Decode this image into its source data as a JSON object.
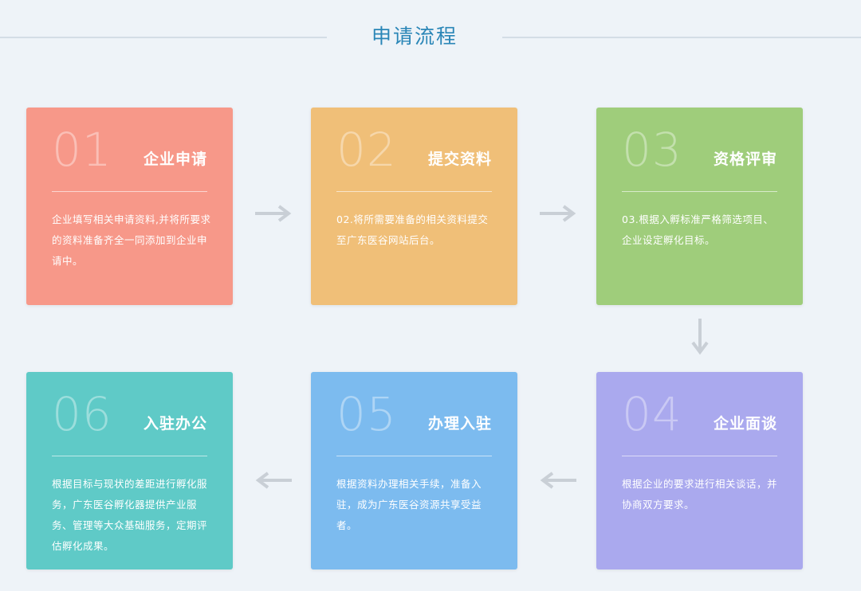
{
  "header": {
    "title": "申请流程"
  },
  "steps": [
    {
      "number": "01",
      "title": "企业申请",
      "description": "企业填写相关申请资料,并将所要求的资料准备齐全一同添加到企业申请中。",
      "color": "#f79889"
    },
    {
      "number": "02",
      "title": "提交资料",
      "description": "02.将所需要准备的相关资料提交至广东医谷网站后台。",
      "color": "#f0bf78"
    },
    {
      "number": "03",
      "title": "资格评审",
      "description": "03.根据入孵标准严格筛选项目、企业设定孵化目标。",
      "color": "#9fcd7b"
    },
    {
      "number": "04",
      "title": "企业面谈",
      "description": "根据企业的要求进行相关谈话，并协商双方要求。",
      "color": "#aaa9ee"
    },
    {
      "number": "05",
      "title": "办理入驻",
      "description": "根据资料办理相关手续，准备入驻，成为广东医谷资源共享受益者。",
      "color": "#7cbbef"
    },
    {
      "number": "06",
      "title": "入驻办公",
      "description": "根据目标与现状的差距进行孵化服务，广东医谷孵化器提供产业服务、管理等大众基础服务，定期评估孵化成果。",
      "color": "#5fcac7"
    }
  ],
  "colors": {
    "arrow": "#c9cfd6",
    "title": "#2a86b7",
    "background": "#eef3f8"
  }
}
